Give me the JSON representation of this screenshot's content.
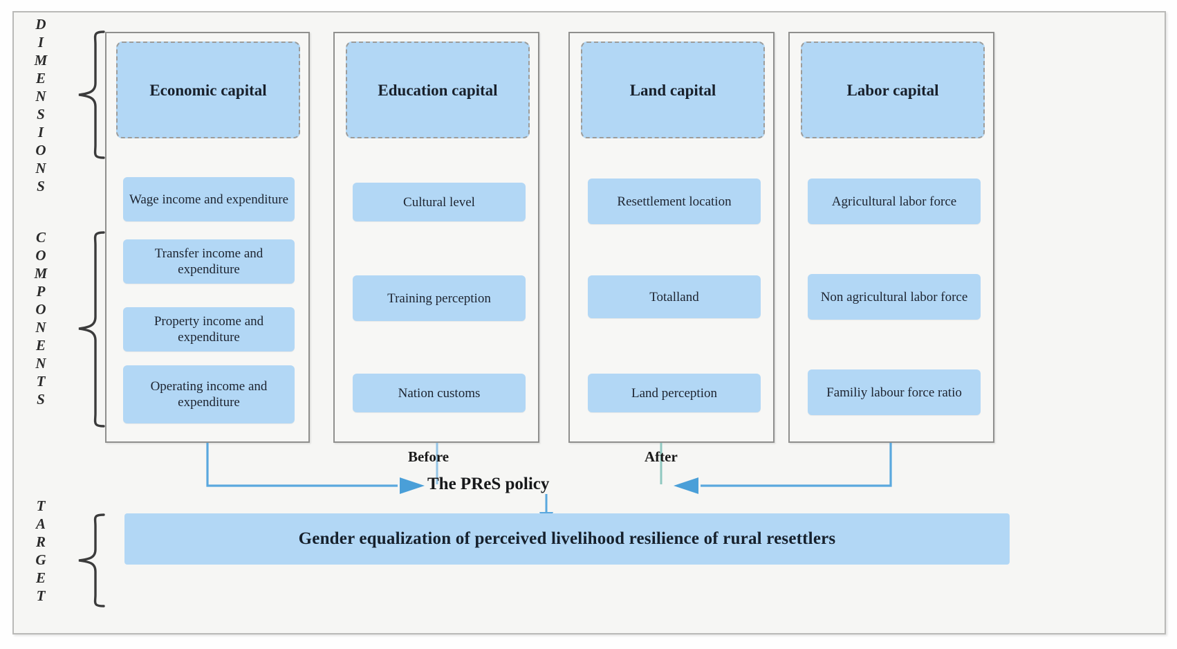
{
  "frame": {
    "bg": "#f6f6f4",
    "border": "#b9b9b7"
  },
  "palette": {
    "box_blue": "#b2d7f5",
    "arrow_blue": "#4a9fd8",
    "col_border": "#8f8f8d",
    "text": "#18202b"
  },
  "side_labels": {
    "dimensions": "DIMENSIONS",
    "components": "COMPONENTS",
    "target": "TARGET"
  },
  "columns": [
    {
      "id": "economic",
      "dimension": "Economic capital",
      "components": [
        "Wage income and expenditure",
        "Transfer income and expenditure",
        "Property income and expenditure",
        "Operating income and expenditure"
      ]
    },
    {
      "id": "education",
      "dimension": "Education capital",
      "components": [
        "Cultural level",
        "Training perception",
        "Nation customs"
      ]
    },
    {
      "id": "land",
      "dimension": "Land capital",
      "components": [
        "Resettlement location",
        "Totalland",
        "Land perception"
      ]
    },
    {
      "id": "labor",
      "dimension": "Labor capital",
      "components": [
        "Agricultural labor force",
        "Non agricultural labor force",
        "Familiy labour force ratio"
      ]
    }
  ],
  "flow": {
    "before_label": "Before",
    "after_label": "After",
    "policy_label": "The PReS policy"
  },
  "target": {
    "text": "Gender equalization of perceived livelihood resilience of rural resettlers"
  }
}
